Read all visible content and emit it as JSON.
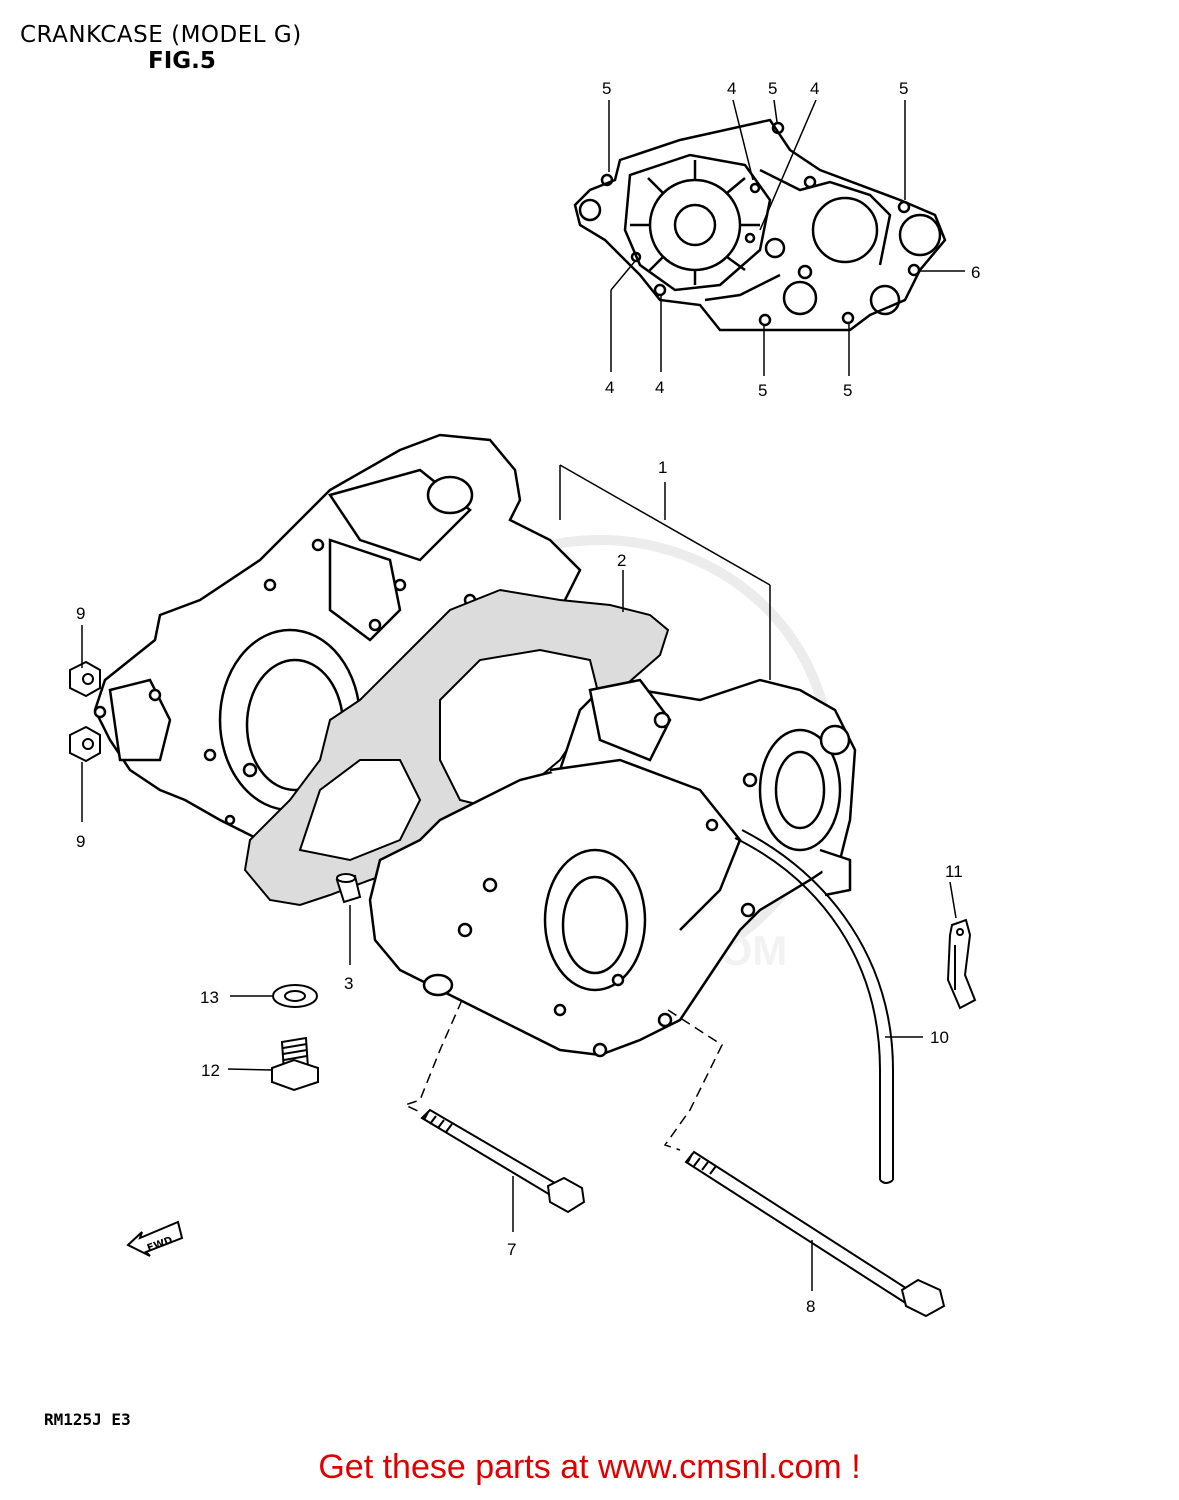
{
  "header": {
    "title": "CRANKCASE (MODEL G)",
    "figure": "FIG.5"
  },
  "watermark": "WWW.CMSNL.COM",
  "footer": {
    "model_code": "RM125J E3",
    "promo": "Get these parts at www.cmsnl.com !"
  },
  "fwd_marker": "FWD",
  "callouts": {
    "c1": "1",
    "c2": "2",
    "c3": "3",
    "c4a": "4",
    "c4b": "4",
    "c4c": "4",
    "c4d": "4",
    "c5a": "5",
    "c5b": "5",
    "c5c": "5",
    "c5d": "5",
    "c5e": "5",
    "c6": "6",
    "c7": "7",
    "c8": "8",
    "c9a": "9",
    "c9b": "9",
    "c10": "10",
    "c11": "11",
    "c12": "12",
    "c13": "13"
  },
  "colors": {
    "ink": "#000000",
    "promo": "#e00000",
    "gasket_fill": "#dcdcdc"
  }
}
